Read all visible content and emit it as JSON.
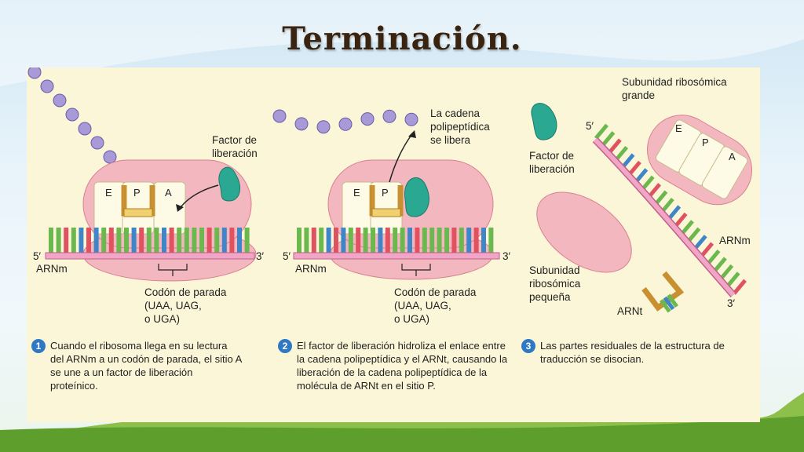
{
  "slide": {
    "title": "Terminación."
  },
  "step1": {
    "labels": {
      "release_factor": "Factor de\nliberación",
      "five_prime": "5′",
      "three_prime": "3′",
      "mrna": "ARNm",
      "stop_codon": "Codón de parada\n(UAA, UAG,\no UGA)"
    },
    "sites": [
      "E",
      "P",
      "A"
    ],
    "number": "1",
    "caption": "Cuando el ribosoma llega en su lectura del ARNm a un codón de parada, el sitio A se une a un factor de liberación proteínico."
  },
  "step2": {
    "labels": {
      "chain_released": "La cadena\npolipeptídica\nse libera",
      "five_prime": "5′",
      "three_prime": "3′",
      "mrna": "ARNm",
      "stop_codon": "Codón de parada\n(UAA, UAG,\no UGA)"
    },
    "sites": [
      "E",
      "P"
    ],
    "number": "2",
    "caption": "El factor de liberación hidroliza el enlace entre la cadena polipeptídica y el ARNt, causando la liberación de la cadena polipeptídica de la molécula de ARNt en el sitio P."
  },
  "step3": {
    "labels": {
      "large_subunit": "Subunidad ribosómica\ngrande",
      "release_factor": "Factor de\nliberación",
      "five_prime": "5′",
      "three_prime": "3′",
      "mrna": "ARNm",
      "small_subunit": "Subunidad\nribosómica\npequeña",
      "trna": "ARNt"
    },
    "sites": [
      "E",
      "P",
      "A"
    ],
    "number": "3",
    "caption": "Las partes residuales de la estructura de traducción se disocian."
  },
  "colors": {
    "ribosome": "#f3b7c0",
    "ribosome_edge": "#d98090",
    "release_factor": "#2aa892",
    "amino_acid": "#a79ad6",
    "trna": "#c89030",
    "mrna": "#f0a6c4",
    "base_green": "#6bb84f",
    "base_red": "#e0525f",
    "base_blue": "#3f86c8"
  }
}
